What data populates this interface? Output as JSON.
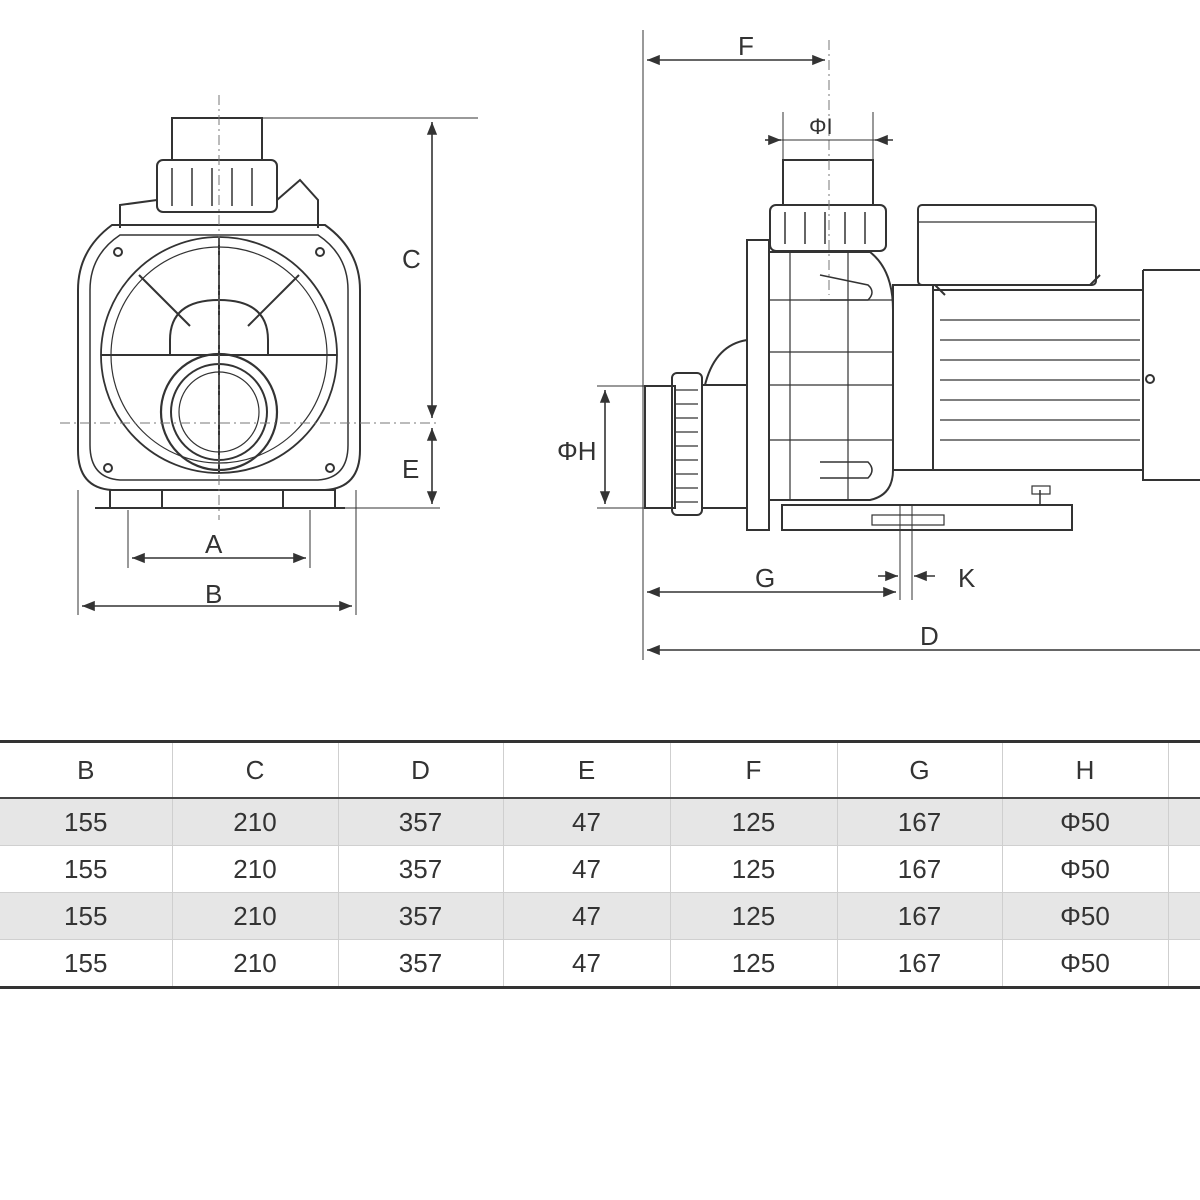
{
  "labels": {
    "A": "A",
    "B": "B",
    "C": "C",
    "D": "D",
    "E": "E",
    "F": "F",
    "G": "G",
    "K": "K",
    "phiH": "ΦH",
    "phiI": "ΦI"
  },
  "table": {
    "headers": [
      "B",
      "C",
      "D",
      "E",
      "F",
      "G",
      "H"
    ],
    "rows": [
      [
        "155",
        "210",
        "357",
        "47",
        "125",
        "167",
        "Φ50"
      ],
      [
        "155",
        "210",
        "357",
        "47",
        "125",
        "167",
        "Φ50"
      ],
      [
        "155",
        "210",
        "357",
        "47",
        "125",
        "167",
        "Φ50"
      ],
      [
        "155",
        "210",
        "357",
        "47",
        "125",
        "167",
        "Φ50"
      ]
    ]
  }
}
